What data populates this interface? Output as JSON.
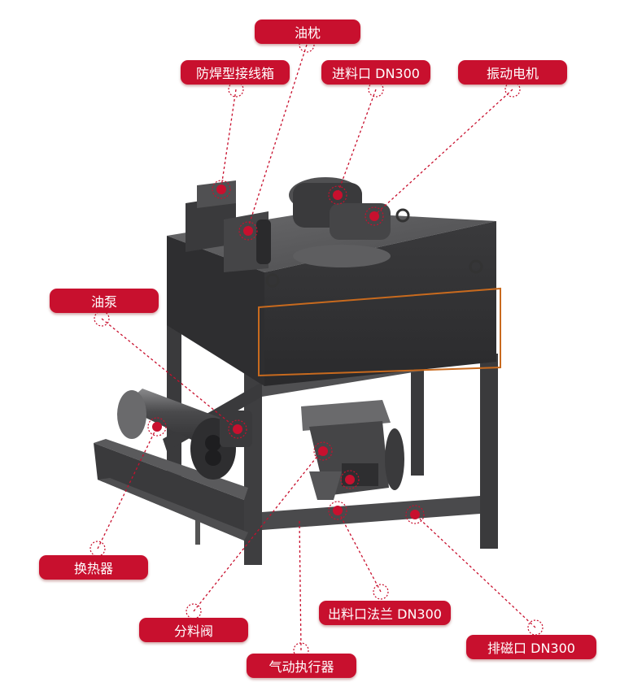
{
  "colors": {
    "accent": "#c8102e",
    "machine_dark": "#3d3d3f",
    "machine_mid": "#5a5a5c",
    "orange_trim": "#c86a1e"
  },
  "callouts": [
    {
      "key": "oil-pillow",
      "label": "油枕"
    },
    {
      "key": "junction-box",
      "label": "防焊型接线箱"
    },
    {
      "key": "inlet",
      "label": "进料口 DN300"
    },
    {
      "key": "vibration-motor",
      "label": "振动电机"
    },
    {
      "key": "oil-pump",
      "label": "油泵"
    },
    {
      "key": "heat-exchanger",
      "label": "换热器"
    },
    {
      "key": "outlet-flange",
      "label": "出料口法兰 DN300"
    },
    {
      "key": "diverter-valve",
      "label": "分料阀"
    },
    {
      "key": "magnetic-discharge",
      "label": "排磁口 DN300"
    },
    {
      "key": "pneumatic-actuator",
      "label": "气动执行器"
    }
  ]
}
